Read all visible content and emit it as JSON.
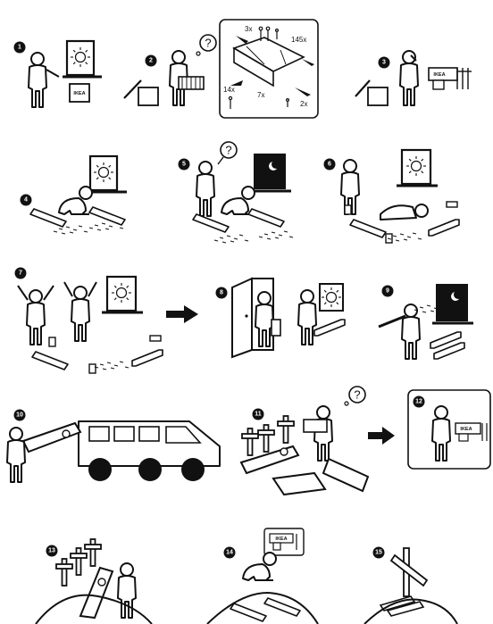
{
  "steps": [
    "1",
    "2",
    "3",
    "4",
    "5",
    "6",
    "7",
    "8",
    "9",
    "10",
    "11",
    "12",
    "13",
    "14",
    "15"
  ],
  "brand": "IKEA",
  "question_mark": "?",
  "parts": {
    "qty_a": "3x",
    "qty_b": "145x",
    "qty_c": "14x",
    "qty_d": "7x",
    "qty_e": "2x"
  }
}
